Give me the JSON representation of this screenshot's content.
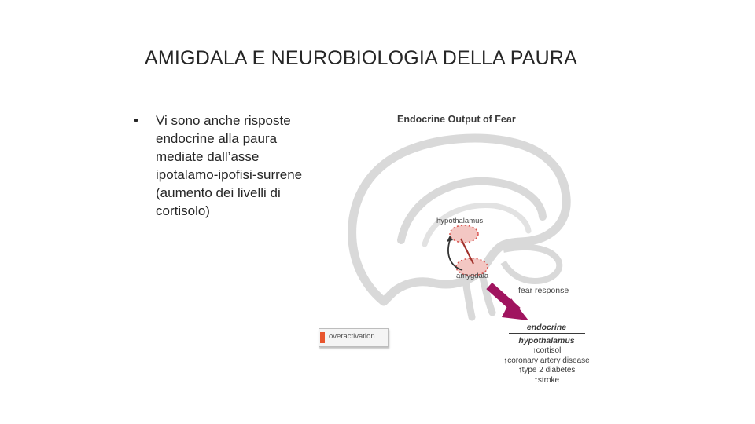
{
  "slide": {
    "title": "AMIGDALA E NEUROBIOLOGIA DELLA PAURA",
    "bullet": {
      "marker": "•",
      "lines": [
        "Vi sono anche risposte",
        "endocrine alla paura",
        "mediate dall’asse",
        "ipotalamo-ipofisi-surrene",
        "(aumento dei livelli di",
        "cortisolo)"
      ]
    }
  },
  "figure": {
    "title": "Endocrine Output of Fear",
    "labels": {
      "hypothalamus": "hypothalamus",
      "amygdala": "amygdala",
      "fear_response": "fear response"
    },
    "legend": {
      "label": "overactivation",
      "color": "#e8552e"
    },
    "endocrine": {
      "heading": "endocrine",
      "subheading": "hypothalamus",
      "arrow_symbol": "↑",
      "items": [
        "cortisol",
        "coronary artery disease",
        "type 2 diabetes",
        "stroke"
      ]
    },
    "colors": {
      "brain_outline": "#d9d9d9",
      "highlight": "#f3c7c3",
      "highlight_dots": "#d9534f",
      "arrow": "#a0145f",
      "connection": "#a0302a"
    }
  }
}
